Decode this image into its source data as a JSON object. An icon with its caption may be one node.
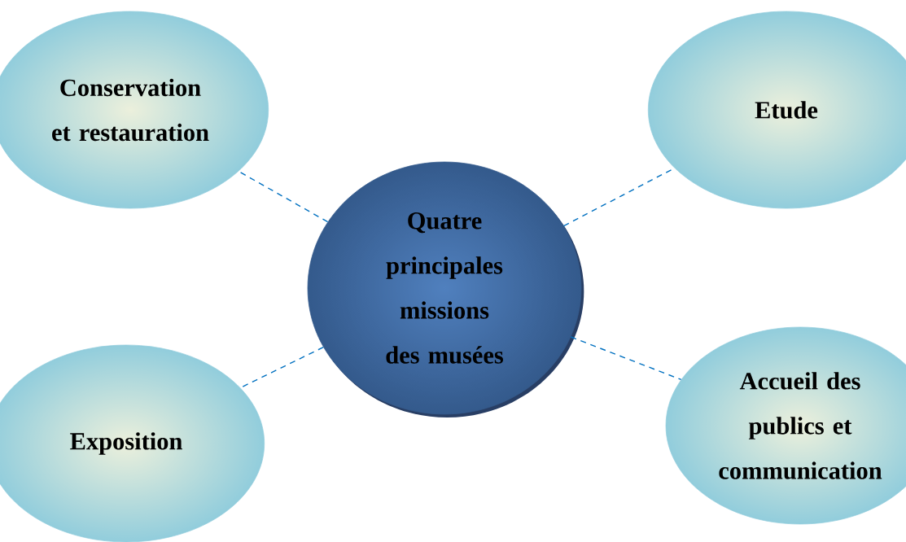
{
  "diagram": {
    "nodes": [
      {
        "text": [
          "Quatre principales missions des musées"
        ]
      },
      {
        "text": [
          "Conservation et restauration"
        ]
      },
      {
        "text": [
          "Etude"
        ]
      },
      {
        "text": [
          "Exposition"
        ]
      },
      {
        "text": [
          "Accueil des publics et communication"
        ]
      }
    ],
    "edges": [
      {
        "from": 0,
        "to": 1,
        "arrow": "none",
        "style": "dashed"
      },
      {
        "from": 0,
        "to": 2,
        "arrow": "none",
        "style": "dashed"
      },
      {
        "from": 0,
        "to": 3,
        "arrow": "none",
        "style": "dashed"
      },
      {
        "from": 0,
        "to": 4,
        "arrow": "none",
        "style": "dashed"
      }
    ]
  }
}
